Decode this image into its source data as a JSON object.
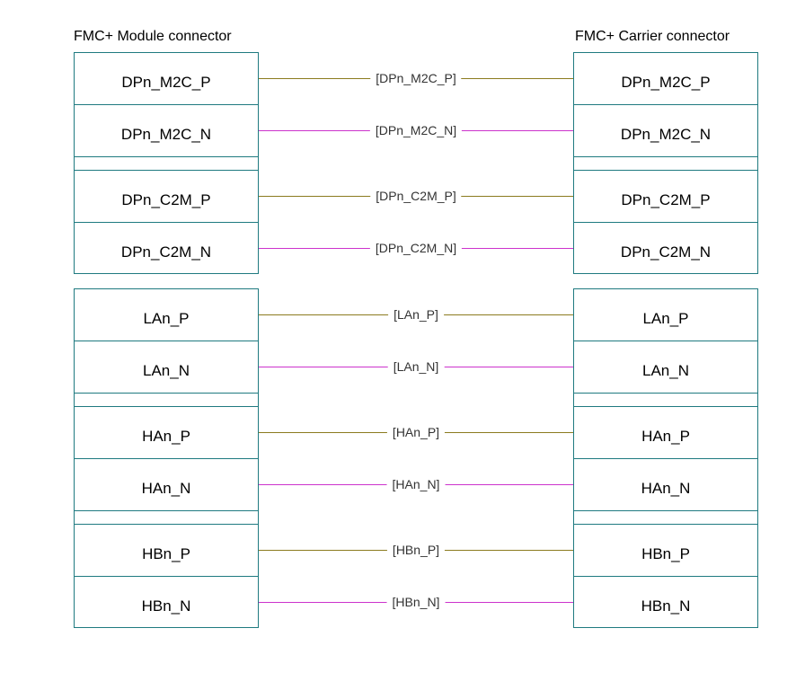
{
  "left_title": "FMC+ Module connector",
  "right_title": "FMC+ Carrier connector",
  "groups": [
    {
      "rows": [
        {
          "left": "DPn_M2C_P",
          "right": "DPn_M2C_P",
          "label": "[DPn_M2C_P]",
          "pol": "p"
        },
        {
          "left": "DPn_M2C_N",
          "right": "DPn_M2C_N",
          "label": "[DPn_M2C_N]",
          "pol": "n"
        },
        {
          "spacer": true
        },
        {
          "left": "DPn_C2M_P",
          "right": "DPn_C2M_P",
          "label": "[DPn_C2M_P]",
          "pol": "p"
        },
        {
          "left": "DPn_C2M_N",
          "right": "DPn_C2M_N",
          "label": "[DPn_C2M_N]",
          "pol": "n"
        }
      ]
    },
    {
      "rows": [
        {
          "left": "LAn_P",
          "right": "LAn_P",
          "label": "[LAn_P]",
          "pol": "p"
        },
        {
          "left": "LAn_N",
          "right": "LAn_N",
          "label": "[LAn_N]",
          "pol": "n"
        },
        {
          "spacer": true
        },
        {
          "left": "HAn_P",
          "right": "HAn_P",
          "label": "[HAn_P]",
          "pol": "p"
        },
        {
          "left": "HAn_N",
          "right": "HAn_N",
          "label": "[HAn_N]",
          "pol": "n"
        },
        {
          "spacer": true
        },
        {
          "left": "HBn_P",
          "right": "HBn_P",
          "label": "[HBn_P]",
          "pol": "p"
        },
        {
          "left": "HBn_N",
          "right": "HBn_N",
          "label": "[HBn_N]",
          "pol": "n"
        }
      ]
    }
  ],
  "colors": {
    "border": "#1f7a80",
    "wire_p": "#8b7b1f",
    "wire_n": "#cc33cc"
  }
}
